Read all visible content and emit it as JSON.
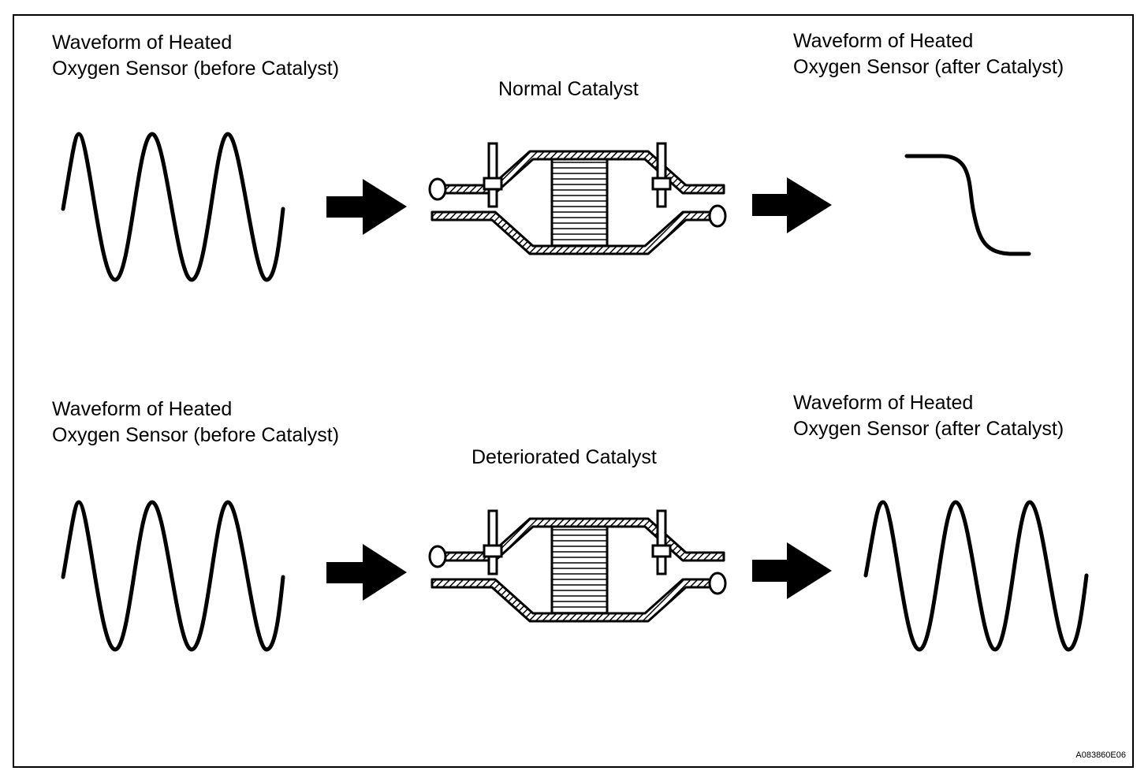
{
  "rows": [
    {
      "before_line1": "Waveform of Heated",
      "before_line2": "Oxygen Sensor (before Catalyst)",
      "catalyst": "Normal Catalyst",
      "after_line1": "Waveform of Heated",
      "after_line2": "Oxygen Sensor (after Catalyst)",
      "after_waveform": "step"
    },
    {
      "before_line1": "Waveform of Heated",
      "before_line2": "Oxygen Sensor (before Catalyst)",
      "catalyst": "Deteriorated Catalyst",
      "after_line1": "Waveform of Heated",
      "after_line2": "Oxygen Sensor (after Catalyst)",
      "after_waveform": "sine"
    }
  ],
  "code": "A083860E06",
  "icons": [
    "sine-waveform-icon",
    "arrow-right-icon",
    "catalytic-converter-icon",
    "step-waveform-icon"
  ]
}
